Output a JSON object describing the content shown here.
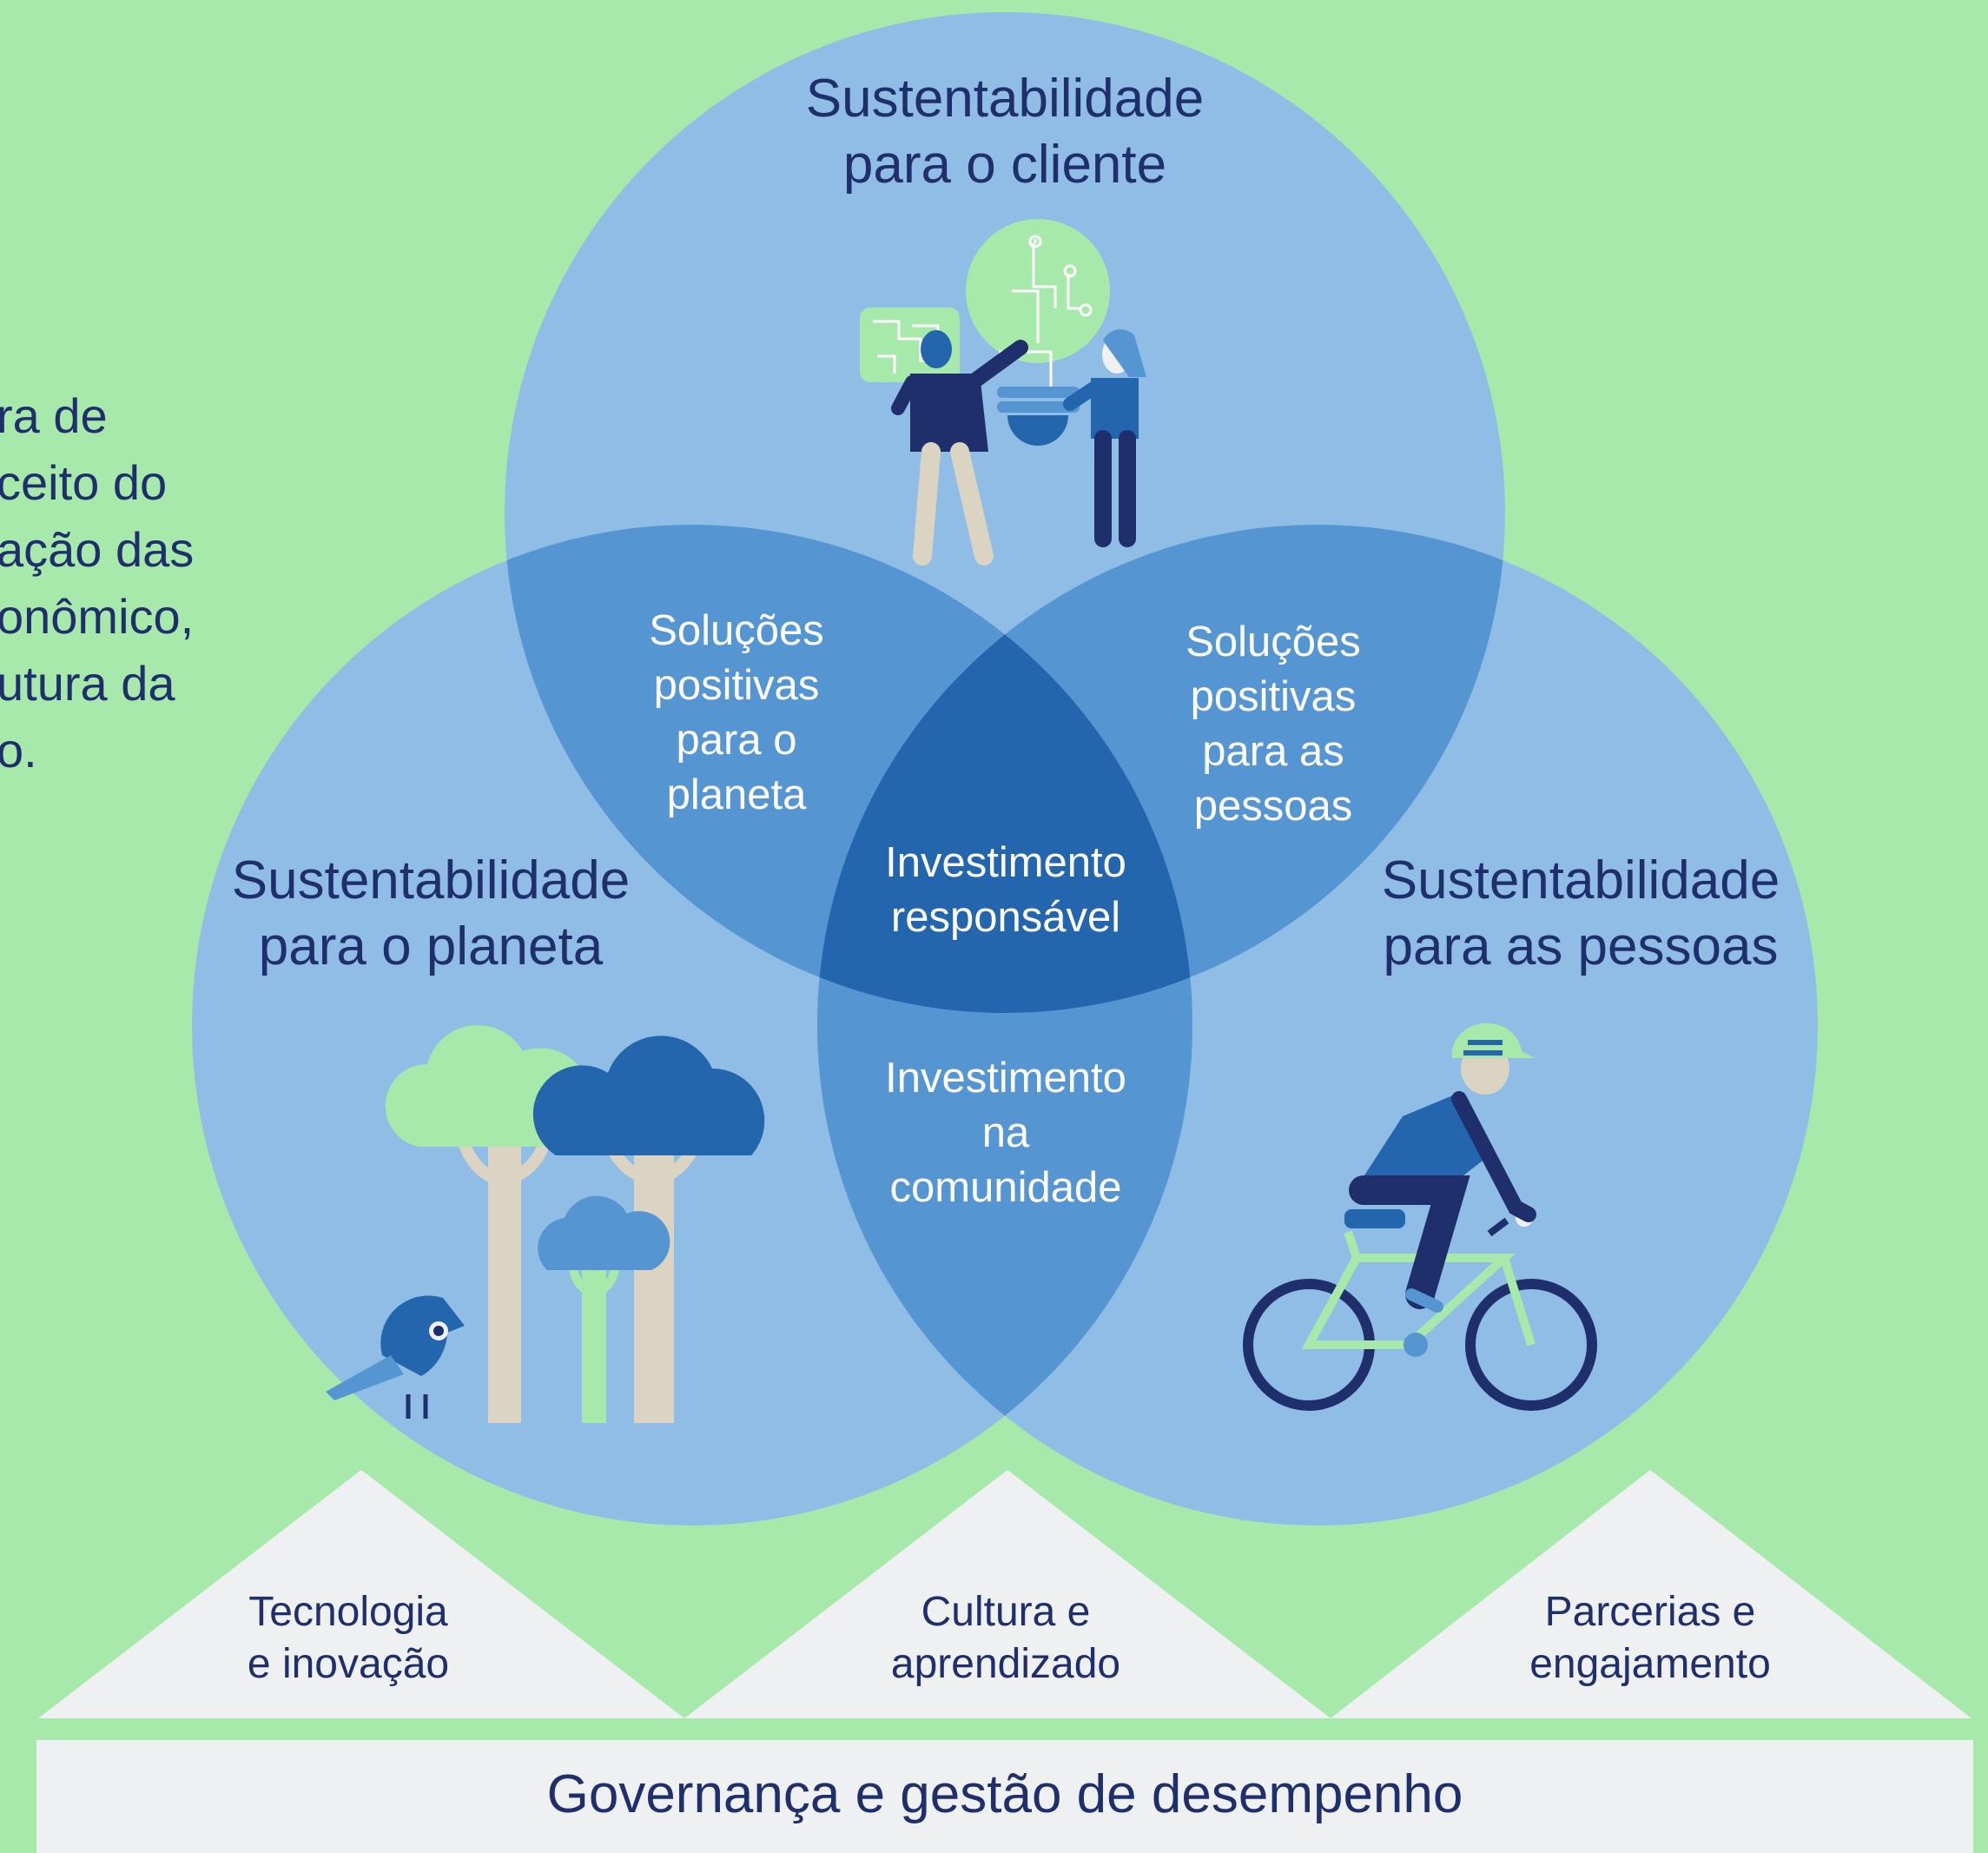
{
  "side_text": "ra de\nceito do\nação das\nonômico,\nutura da\no.",
  "circles": {
    "top": {
      "title": "Sustentabilidade\npara o cliente"
    },
    "left": {
      "title": "Sustentabilidade\npara o planeta"
    },
    "right": {
      "title": "Sustentabilidade\npara as pessoas"
    }
  },
  "overlaps": {
    "top_left": "Soluções\npositivas\npara o\nplaneta",
    "top_right": "Soluções\npositivas\npara as\npessoas",
    "center": "Investimento\nresponsável",
    "bottom": "Investimento\nna\ncomunidade"
  },
  "pillars": [
    {
      "label": "Tecnologia\ne inovação"
    },
    {
      "label": "Cultura e\naprendizado"
    },
    {
      "label": "Parcerias e\nengajamento"
    }
  ],
  "foundation": {
    "label": "Governança e gestão de desempenho"
  },
  "icons": [
    "collaboration-lightbulb-icon",
    "trees-bird-icon",
    "cyclist-icon"
  ],
  "colors": {
    "background": "#a6e9aa",
    "circle": "#8fbde5",
    "overlap_two": "#5596d2",
    "overlap_three": "#2366ad",
    "text_dark": "#1f2f6b",
    "pillar": "#eef0f2"
  }
}
